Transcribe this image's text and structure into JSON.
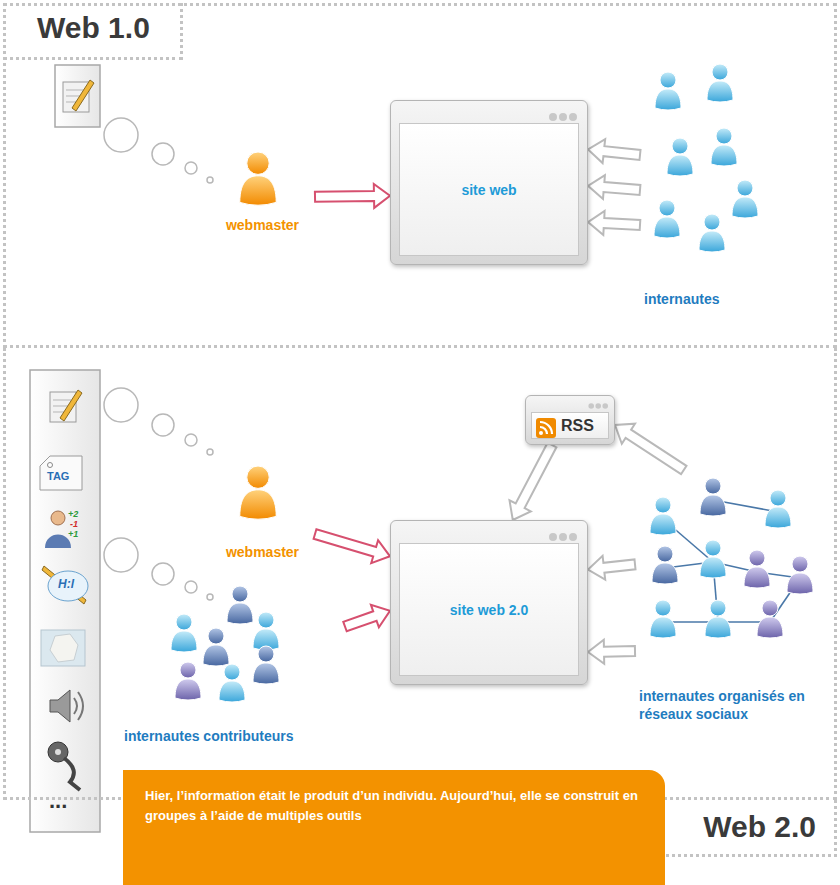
{
  "diagram": {
    "caption": "Hier, l’information était le produit d’un individu. Aujourd’hui, elle se construit en groupes à l’aide de multiples outils",
    "nodes": [
      {
        "text": [
          "Web 1.0"
        ]
      },
      {
        "text": [
          "webmaster"
        ],
        "in": 0
      },
      {
        "text": [
          "site web"
        ],
        "in": 0
      },
      {
        "text": [
          "internautes"
        ],
        "in": 0
      },
      {
        "text": [
          "Web 2.0"
        ]
      },
      {
        "text": [
          "webmaster"
        ],
        "in": 4
      },
      {
        "text": [
          "internautes contributeurs"
        ],
        "in": 4
      },
      {
        "text": [
          "RSS"
        ],
        "in": 4
      },
      {
        "text": [
          "site web 2.0"
        ],
        "in": 4
      },
      {
        "text": [
          "internautes organisés en réseaux sociaux"
        ],
        "in": 4
      }
    ],
    "edges": [
      {
        "from": 1,
        "to": 2,
        "arrow": "to"
      },
      {
        "from": 3,
        "to": 2,
        "arrow": "to"
      },
      {
        "from": 3,
        "to": 2,
        "arrow": "to"
      },
      {
        "from": 3,
        "to": 2,
        "arrow": "to"
      },
      {
        "from": 5,
        "to": 8,
        "arrow": "to"
      },
      {
        "from": 6,
        "to": 8,
        "arrow": "to"
      },
      {
        "from": 9,
        "to": 7,
        "arrow": "to"
      },
      {
        "from": 7,
        "to": 8,
        "arrow": "to"
      },
      {
        "from": 9,
        "to": 8,
        "arrow": "to"
      },
      {
        "from": 9,
        "to": 8,
        "arrow": "to"
      }
    ],
    "labels": [
      "TAG",
      "+2",
      "-1",
      "+1",
      "H:l",
      "..."
    ]
  }
}
